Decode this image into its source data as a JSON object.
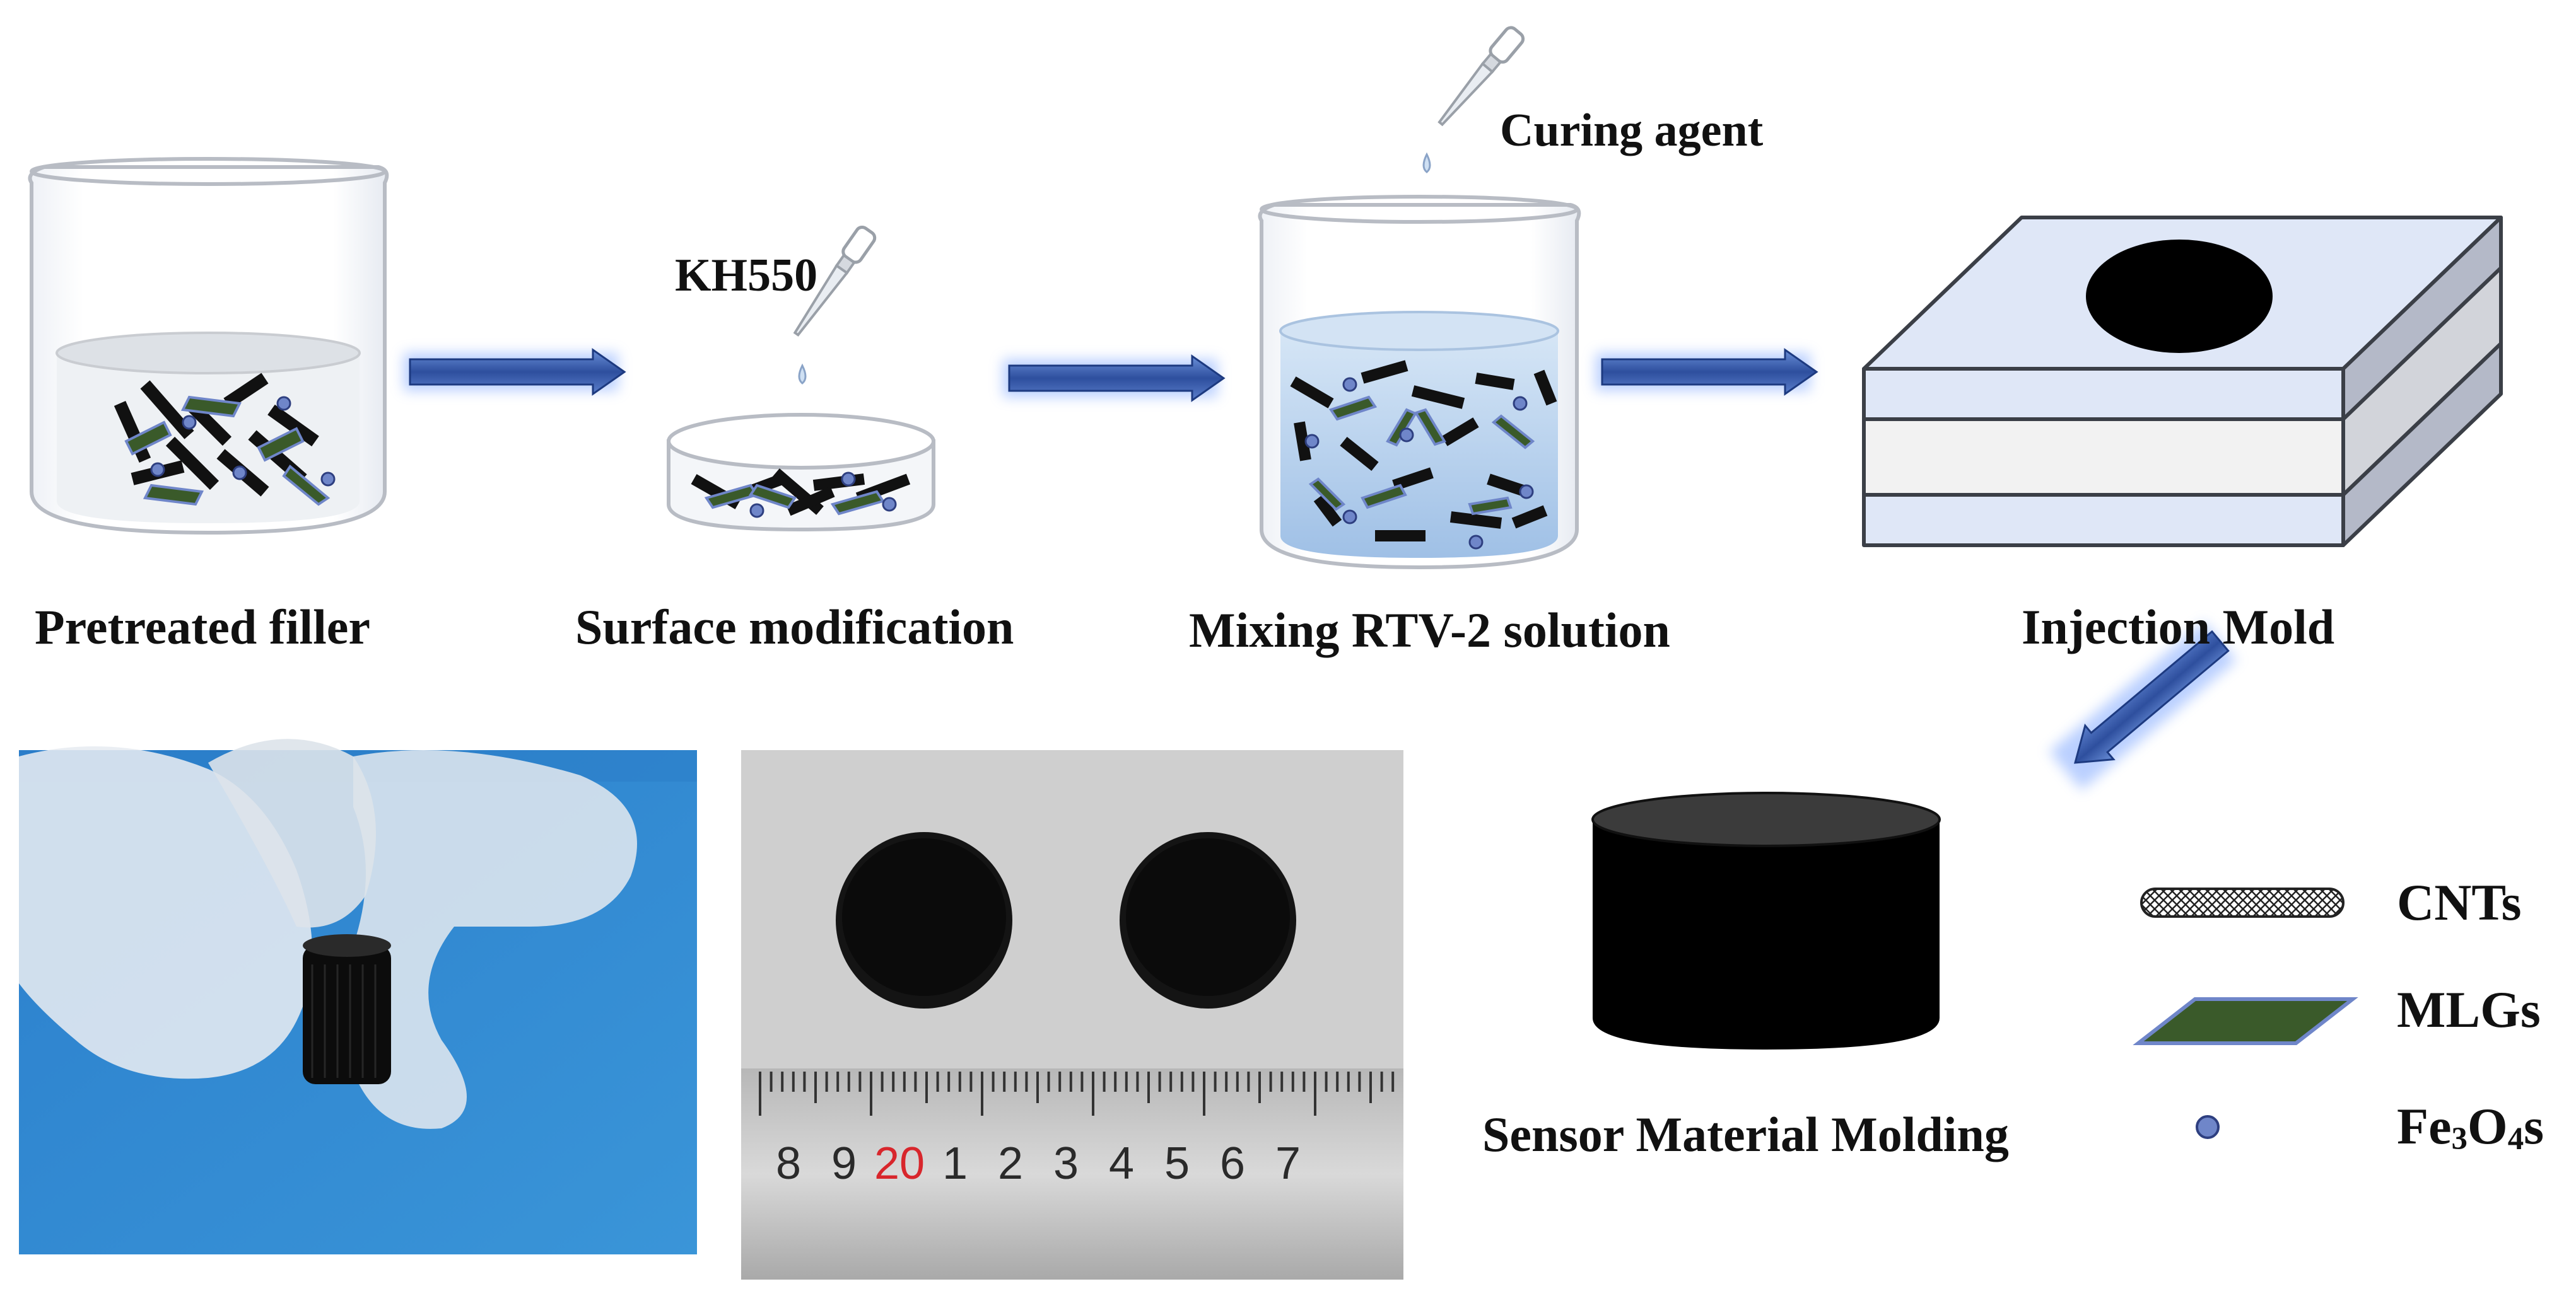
{
  "steps": {
    "pretreated": "Pretreated filler",
    "surface": "Surface modification",
    "mixing": "Mixing RTV-2 solution",
    "injection": "Injection Mold",
    "sensor": "Sensor Material Molding"
  },
  "reagents": {
    "kh550": "KH550",
    "curing": "Curing agent"
  },
  "legend": {
    "cnt": "CNTs",
    "mlg": "MLGs",
    "fe_main": "Fe",
    "fe_sub1": "3",
    "fe_mid": "O",
    "fe_sub2": "4",
    "fe_tail": "s"
  },
  "ruler": {
    "ticks": [
      "8",
      "9",
      "20",
      "1",
      "2",
      "3",
      "4",
      "5",
      "6",
      "7"
    ]
  },
  "colors": {
    "arrow": "#3a5fb0",
    "arrow_glow": "#7fa7ff",
    "liquid": "#b9d3ee",
    "mold_blue": "#dce5f7",
    "mlg_green": "#3a5a2a",
    "fe_blue": "#6f86c9",
    "photo_blue": "#2f86cf",
    "ruler_red": "#d8262c"
  }
}
